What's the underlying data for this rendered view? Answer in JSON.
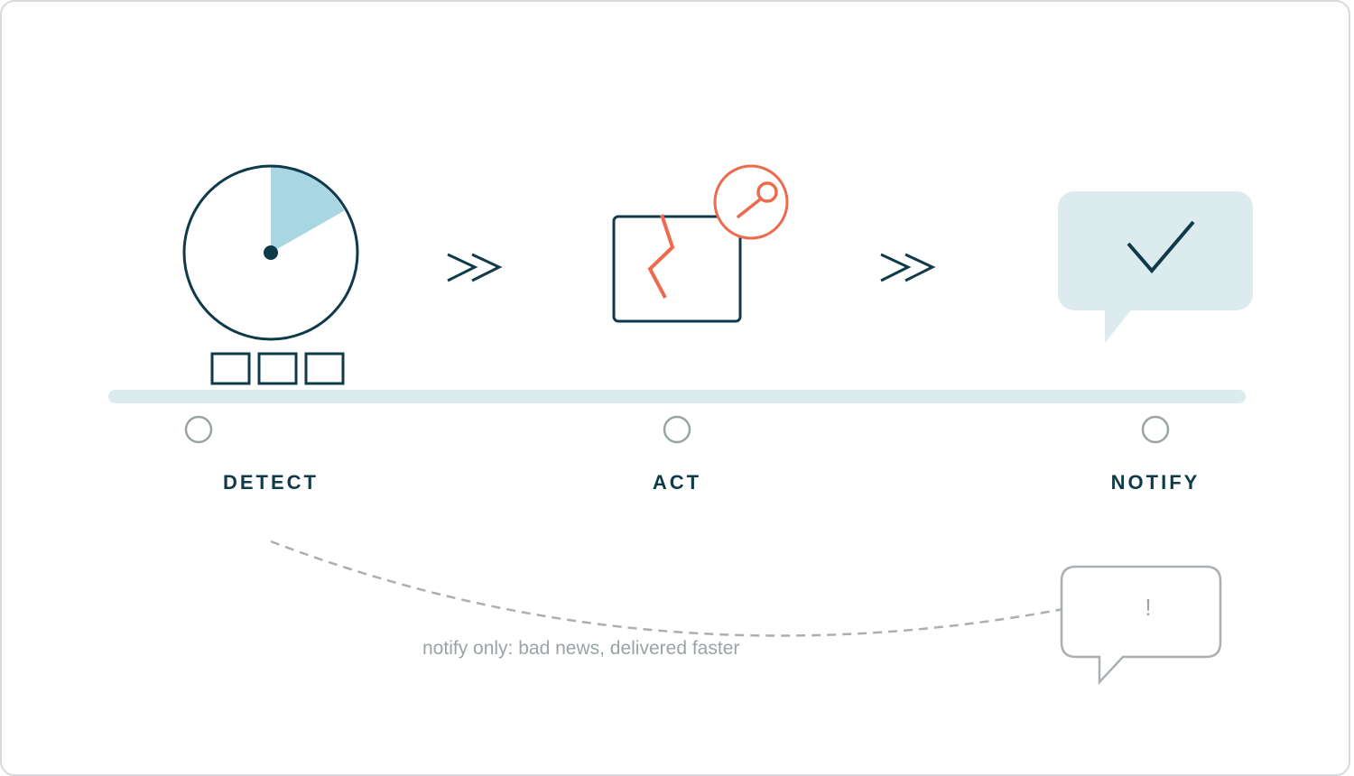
{
  "stages": [
    {
      "label": "DETECT"
    },
    {
      "label": "ACT"
    },
    {
      "label": "NOTIFY"
    }
  ],
  "annotation": {
    "caption": "notify only: bad news, delivered faster",
    "alert_mark": "!"
  },
  "colors": {
    "ink": "#0f3a4a",
    "accent": "#ee6a4c",
    "pale_teal": "#dcecee",
    "wedge": "#a8d6e2",
    "muted": "#9aa3a6"
  },
  "icons": {
    "detect": "timer-icon",
    "act": "broken-window-with-magnifier-icon",
    "notify": "speech-bubble-check-icon",
    "alert": "speech-bubble-exclamation-icon",
    "connector": "double-chevron-icon"
  }
}
